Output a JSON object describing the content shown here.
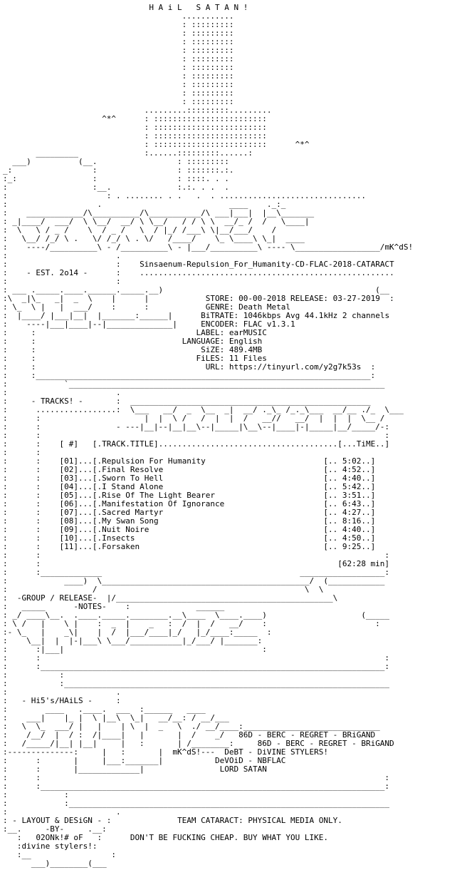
{
  "header": {
    "banner": "H A i L   S A T A N !"
  },
  "logo": {
    "signature": "mK^dS!"
  },
  "established": {
    "label": "- EST. 2o14 -"
  },
  "release": {
    "name": "Sinsaenum-Repulsion_For_Humanity-CD-FLAC-2018-CATARACT"
  },
  "info": {
    "rows": [
      {
        "label": "STORE:",
        "value": "00-00-2018 RELEASE: 03-27-2019"
      },
      {
        "label": "GENRE:",
        "value": "Death Metal"
      },
      {
        "label": "BiTRATE:",
        "value": "1046kbps Avg 44.1kHz 2 channels"
      },
      {
        "label": "ENCODER:",
        "value": "FLAC v1.3.1"
      },
      {
        "label": "LABEL:",
        "value": "earMUSIC"
      },
      {
        "label": "LANGUAGE:",
        "value": "English"
      },
      {
        "label": "SiZE:",
        "value": "489.4MB"
      },
      {
        "label": "FiLES:",
        "value": "11 Files"
      },
      {
        "label": "URL:",
        "value": "https://tinyurl.com/y2g7k53s"
      }
    ]
  },
  "tracks": {
    "section_label": "- TRACKS! -",
    "header_num": "[ #]",
    "header_title": "[.TRACK.TITLE]",
    "header_time": "[...TiME..]",
    "items": [
      {
        "num": "[01]",
        "title": "[.Repulsion For Humanity",
        "time": "[.. 5:02..]"
      },
      {
        "num": "[02]",
        "title": "[.Final Resolve",
        "time": "[.. 4:52..]"
      },
      {
        "num": "[03]",
        "title": "[.Sworn To Hell",
        "time": "[.. 4:40..]"
      },
      {
        "num": "[04]",
        "title": "[.I Stand Alone",
        "time": "[.. 5:42..]"
      },
      {
        "num": "[05]",
        "title": "[.Rise Of The Light Bearer",
        "time": "[.. 3:51..]"
      },
      {
        "num": "[06]",
        "title": "[.Manifestation Of Ignorance",
        "time": "[.. 6:43..]"
      },
      {
        "num": "[07]",
        "title": "[.Sacred Martyr",
        "time": "[.. 4:27..]"
      },
      {
        "num": "[08]",
        "title": "[.My Swan Song",
        "time": "[.. 8:16..]"
      },
      {
        "num": "[09]",
        "title": "[.Nuit Noire",
        "time": "[.. 4:40..]"
      },
      {
        "num": "[10]",
        "title": "[.Insects",
        "time": "[.. 4:50..]"
      },
      {
        "num": "[11]",
        "title": "[.Forsaken",
        "time": "[.. 9:25..]"
      }
    ],
    "total": "[62:28 min]"
  },
  "notes": {
    "label_line1": "-GROUP / RELEASE-",
    "label_line2": "-NOTES-"
  },
  "greets": {
    "section_label": "- Hi5's/HAiLS -",
    "signature": "mK^dS!",
    "lines": [
      "86D - BERC - REGRET - BRiGAND",
      "DeBT - DiVINE STYLERS!",
      "DeVOiD - NBFLAC",
      "LORD SATAN"
    ]
  },
  "footer": {
    "layout_label": "- LAYOUT & DESiGN -",
    "by": "-BY-",
    "author": "02ONk!# oF",
    "group": "divine stylers!",
    "team_line": "TEAM CATARACT: PHYSICAL MEDIA ONLY.",
    "slogan": "DON'T BE FUCKING CHEAP. BUY WHAT YOU LIKE."
  }
}
